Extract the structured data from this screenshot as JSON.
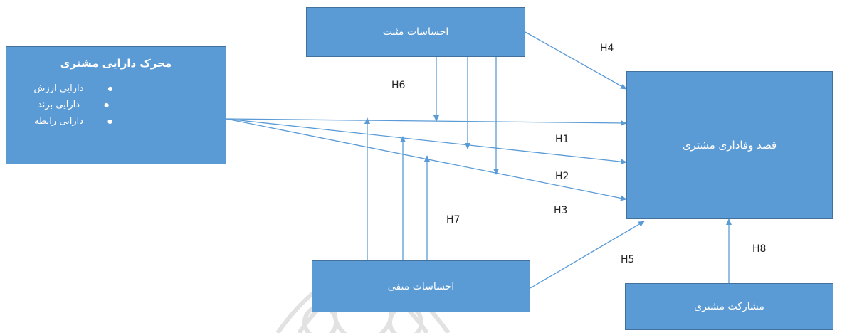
{
  "nodes": {
    "positive_emotions": "احساسات مثبت",
    "driver": {
      "title": "محرک دارایی مشتری",
      "items": [
        "دارایی ارزش",
        "دارایی برند",
        "دارایی رابطه"
      ]
    },
    "loyalty_intention": "قصد وفاداری مشتری",
    "negative_emotions": "احساسات منفی",
    "participation": "مشارکت مشتری"
  },
  "hypotheses": {
    "h1": "H1",
    "h2": "H2",
    "h3": "H3",
    "h4": "H4",
    "h5": "H5",
    "h6": "H6",
    "h7": "H7",
    "h8": "H8"
  },
  "colors": {
    "box_fill": "#5b9bd5",
    "box_border": "#41719c",
    "arrow": "#5b9bd5",
    "text_on_box": "#ffffff",
    "label": "#222222"
  }
}
